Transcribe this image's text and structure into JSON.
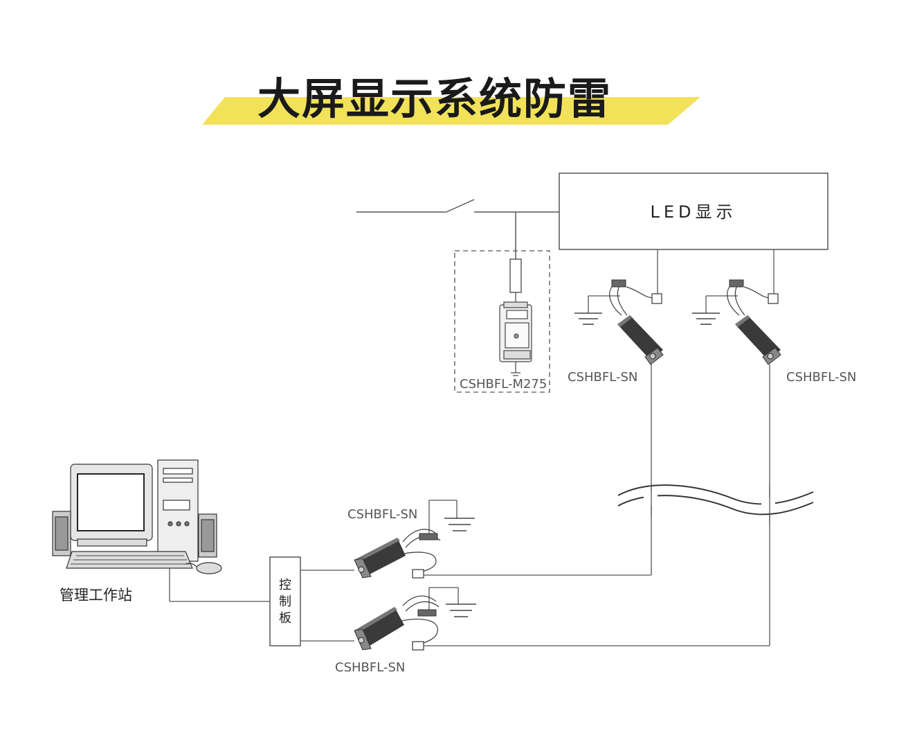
{
  "title": "大屏显示系统防雷",
  "colors": {
    "banner": "#f2e25a",
    "line": "#555555",
    "device_body": "#3a3a3a",
    "label": "#555555"
  },
  "led_display": {
    "label": "LED显示"
  },
  "power_spd": {
    "model": "CSHBFL-M275",
    "icon": "din-rail-spd-icon"
  },
  "signal_spds": {
    "top_left": "CSHBFL-SN",
    "top_right": "CSHBFL-SN",
    "bottom_upper": "CSHBFL-SN",
    "bottom_lower": "CSHBFL-SN"
  },
  "control_board": {
    "label": "控\n制\n板"
  },
  "workstation": {
    "label": "管理工作站",
    "icon": "computer-icon"
  }
}
